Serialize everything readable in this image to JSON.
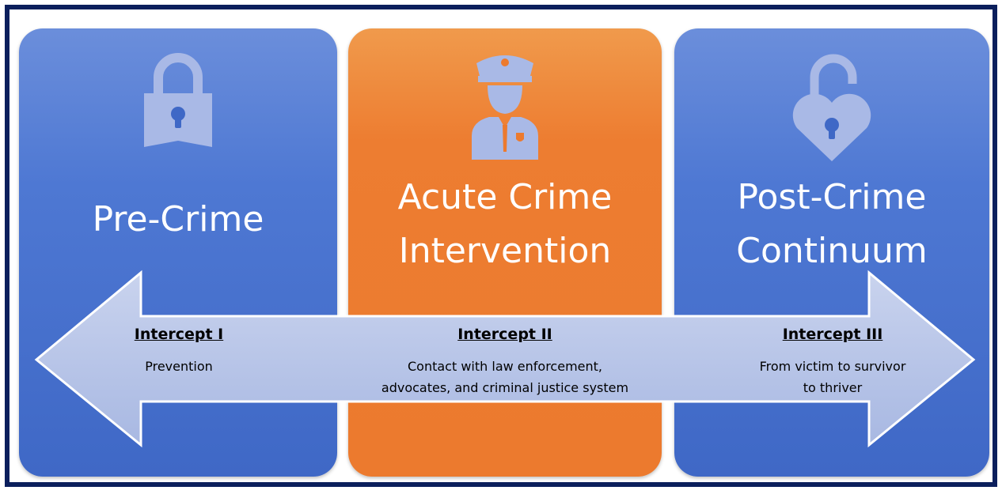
{
  "colors": {
    "frame": "#0b1f5c",
    "blue_panel": "#4e78d3",
    "orange_panel": "#ed7d31",
    "icon_fill": "#a9b9e6",
    "arrow_fill": "#b4c2e6"
  },
  "panels": [
    {
      "title": "Pre-Crime",
      "icon": "padlock-closed-icon"
    },
    {
      "title": "Acute Crime\nIntervention",
      "icon": "police-officer-icon"
    },
    {
      "title": "Post-Crime\nContinuum",
      "icon": "heart-padlock-open-icon"
    }
  ],
  "arrow": {
    "icon": "double-headed-arrow"
  },
  "intercepts": [
    {
      "title": "Intercept I",
      "description": "Prevention"
    },
    {
      "title": "Intercept II",
      "description": "Contact with law enforcement,\nadvocates, and criminal justice system"
    },
    {
      "title": "Intercept III",
      "description": "From victim to survivor\nto thriver"
    }
  ]
}
